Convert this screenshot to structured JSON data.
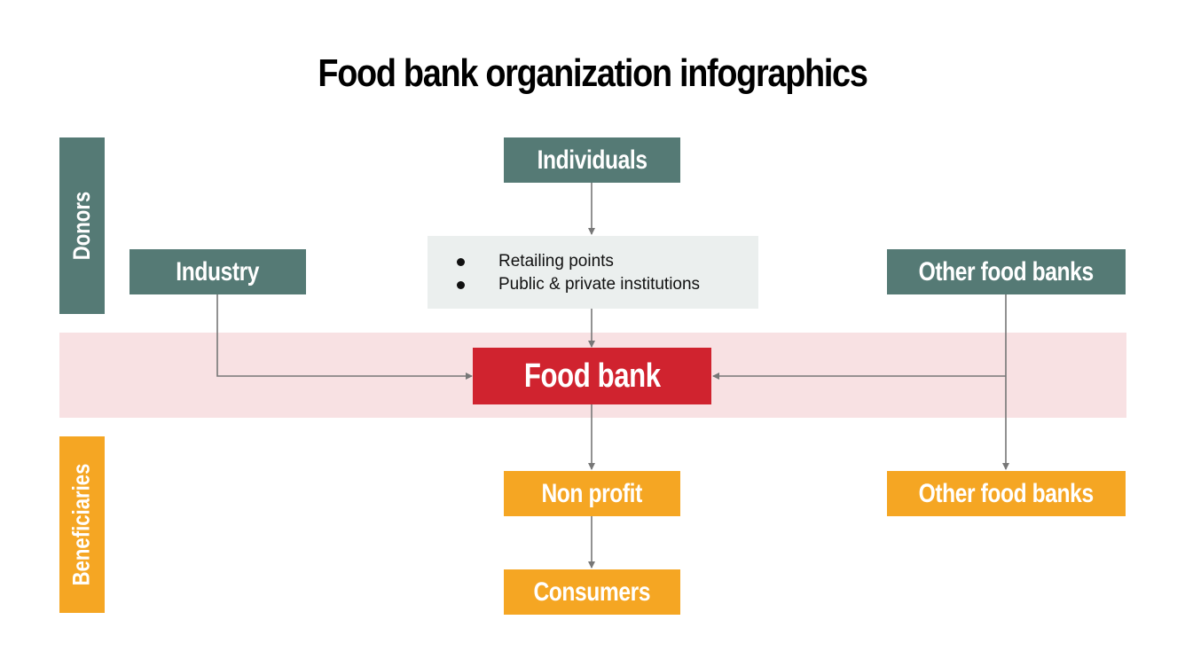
{
  "title": "Food bank organization infographics",
  "sections": {
    "donors_label": "Donors",
    "beneficiaries_label": "Beneficiaries"
  },
  "donors": {
    "individuals": "Individuals",
    "industry": "Industry",
    "other_food_banks": "Other food banks",
    "sub_items": [
      "Retailing points",
      "Public & private institutions"
    ]
  },
  "center": {
    "food_bank": "Food bank"
  },
  "beneficiaries": {
    "non_profit": "Non profit",
    "consumers": "Consumers",
    "other_food_banks": "Other food banks"
  },
  "colors": {
    "teal": "#557a75",
    "orange": "#f5a623",
    "red": "#d0232f",
    "band": "#f8e1e3",
    "note_bg": "#ebefee",
    "connector": "#777777"
  }
}
